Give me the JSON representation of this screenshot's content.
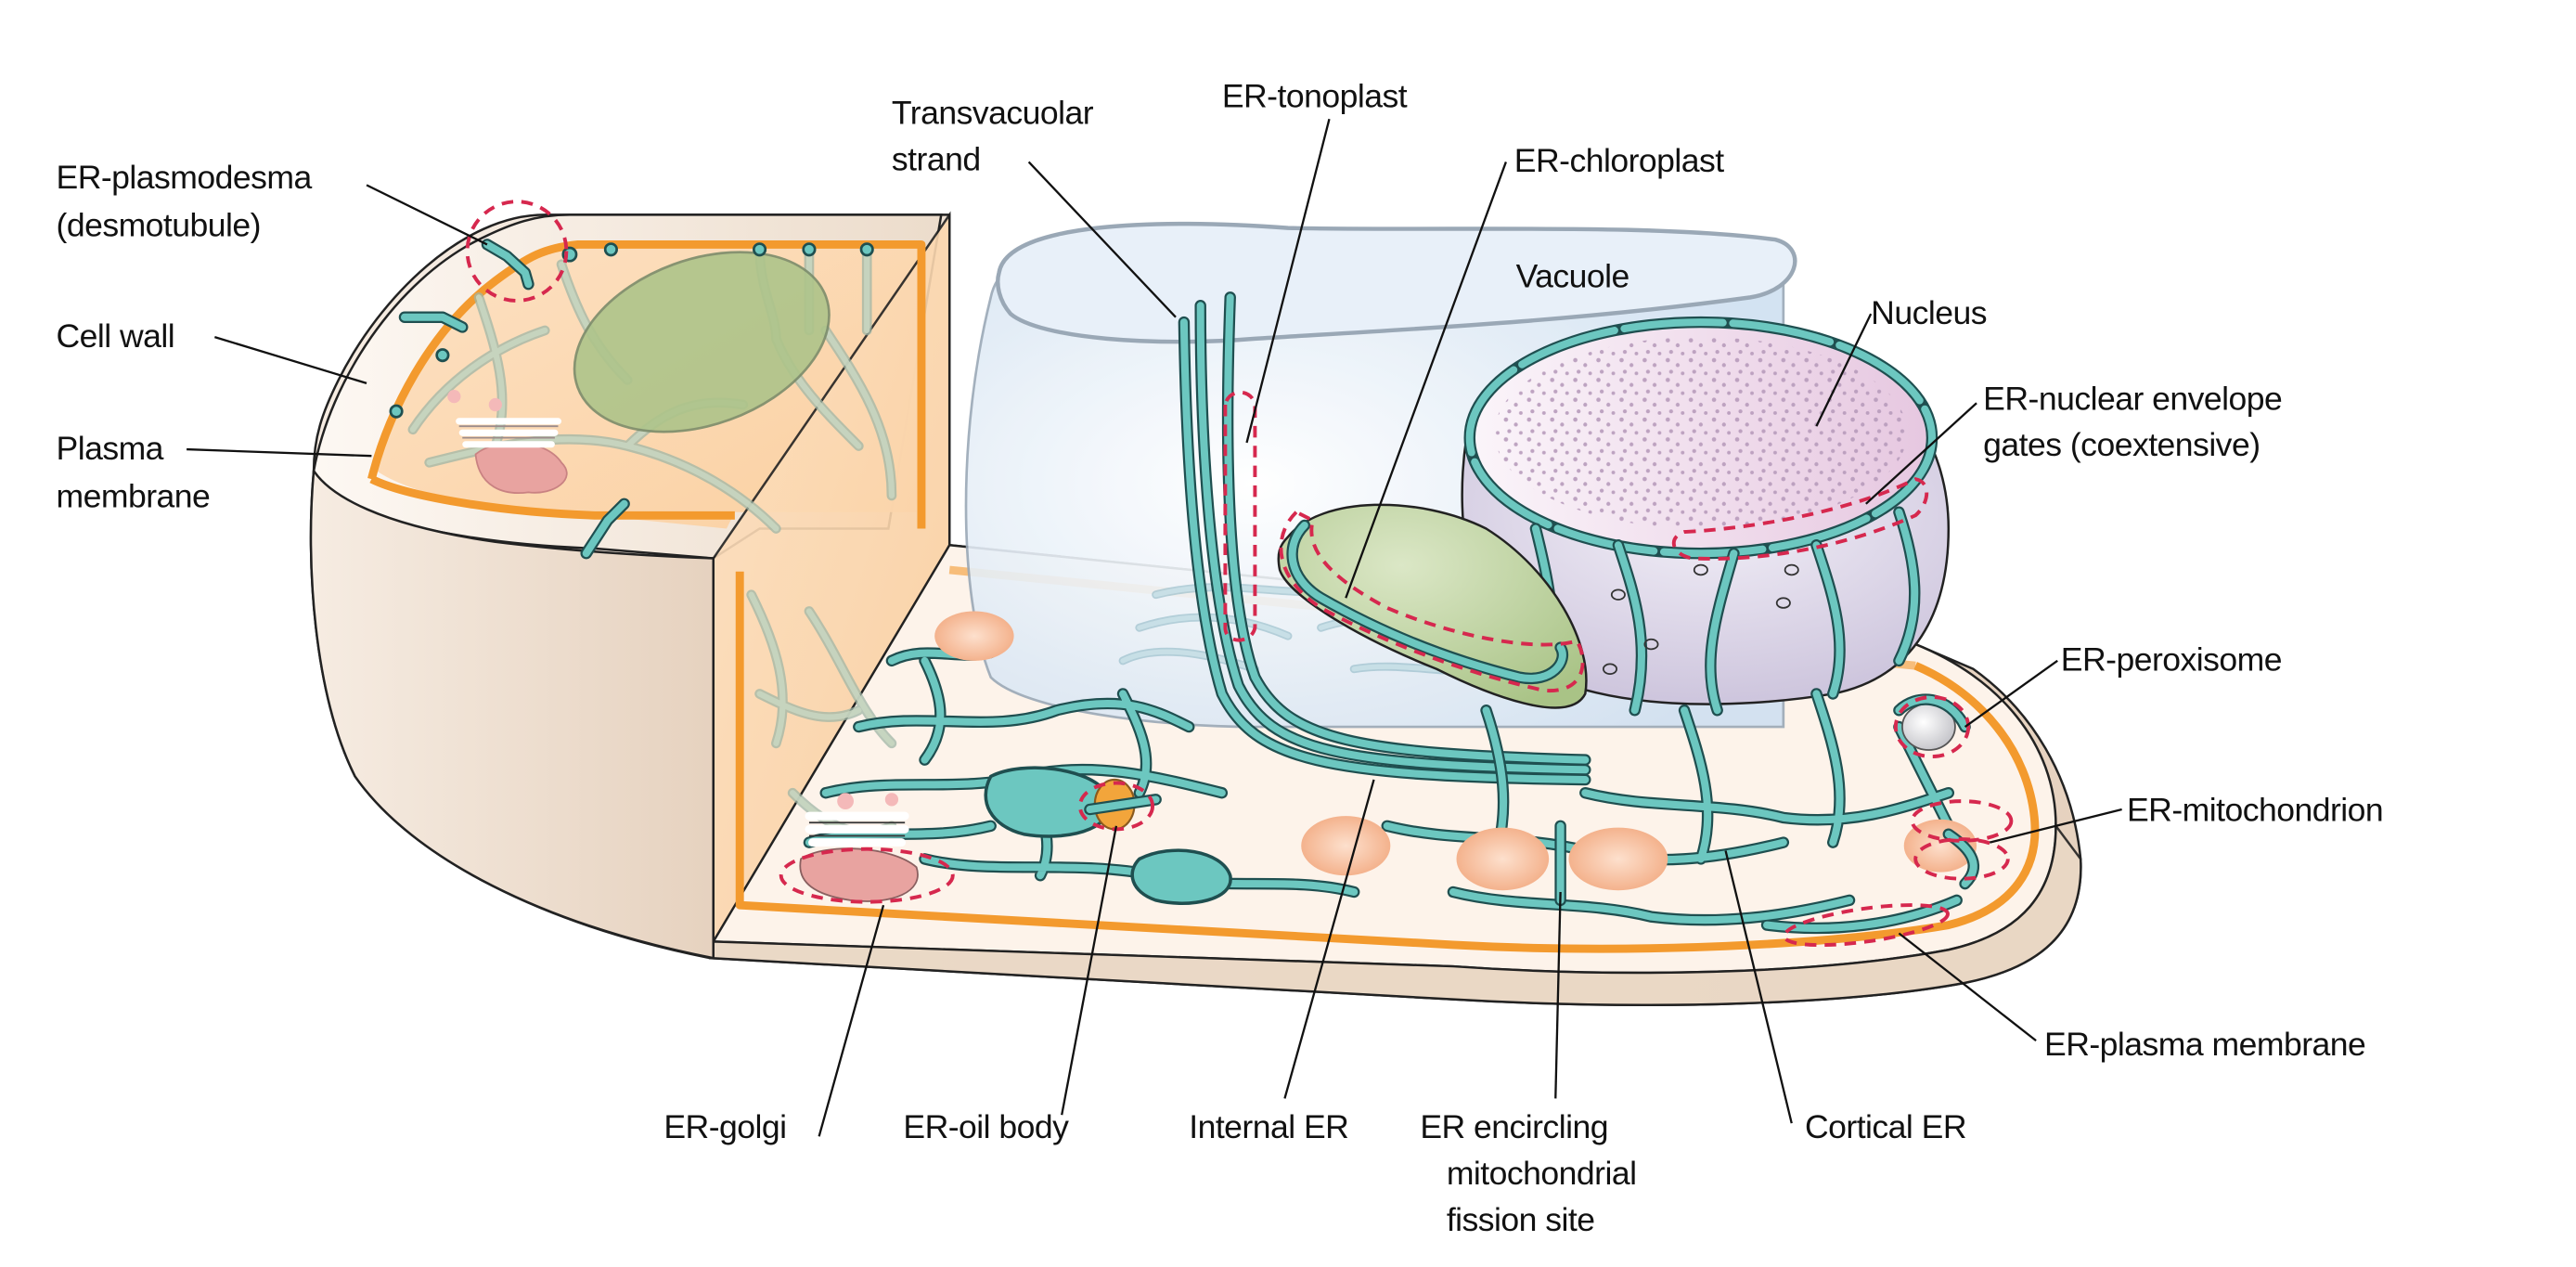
{
  "figure": {
    "title": "Plant cell ER membrane contact sites",
    "colors": {
      "er_fill": "#6cc7c0",
      "er_outline": "#1f4f50",
      "cell_wall": "#efe0d0",
      "cytoplasm": "#fdebd6",
      "plasma_membrane": "#f39a2e",
      "contact_site_marker": "#d6284e",
      "vacuole": "#dbe8f5",
      "chloroplast": "#b7cc95",
      "nucleus": "#ddd3e6",
      "mitochondrion": "#f5b894",
      "oil_body": "#f2a53b",
      "golgi": "#e9a9a9"
    }
  },
  "labels": {
    "er_plasmodesma": [
      "ER-plasmodesma",
      "(desmotubule)"
    ],
    "cell_wall": [
      "Cell wall"
    ],
    "plasma_membrane": [
      "Plasma",
      "membrane"
    ],
    "transvacuolar_strand": [
      "Transvacuolar",
      "strand"
    ],
    "er_tonoplast": [
      "ER-tonoplast"
    ],
    "er_chloroplast": [
      "ER-chloroplast"
    ],
    "vacuole": [
      "Vacuole"
    ],
    "nucleus": [
      "Nucleus"
    ],
    "er_nuclear_envelope": [
      "ER-nuclear envelope",
      "gates (coextensive)"
    ],
    "er_peroxisome": [
      "ER-peroxisome"
    ],
    "er_mitochondrion": [
      "ER-mitochondrion"
    ],
    "er_plasma_membrane": [
      "ER-plasma membrane"
    ],
    "er_golgi": [
      "ER-golgi"
    ],
    "er_oil_body": [
      "ER-oil body"
    ],
    "internal_er": [
      "Internal ER"
    ],
    "er_encircling": [
      "ER encircling",
      "mitochondrial",
      "fission site"
    ],
    "cortical_er": [
      "Cortical ER"
    ]
  }
}
